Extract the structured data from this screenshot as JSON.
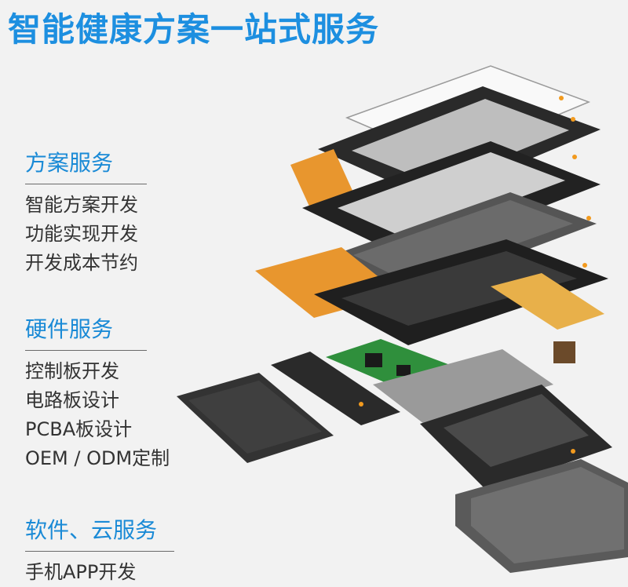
{
  "title": "智能健康方案一站式服务",
  "sections": [
    {
      "heading": "方案服务",
      "items": [
        "智能方案开发",
        "功能实现开发",
        "开发成本节约"
      ]
    },
    {
      "heading": "硬件服务",
      "items": [
        "控制板开发",
        "电路板设计",
        "PCBA板设计",
        "OEM / ODM定制"
      ]
    },
    {
      "heading": "软件、云服务",
      "items": [
        "手机APP开发"
      ]
    }
  ],
  "colors": {
    "accent": "#1d8fe0",
    "pcb": "#e8962e",
    "frame": "#2b2b2b",
    "green_board": "#2f8f3c"
  }
}
